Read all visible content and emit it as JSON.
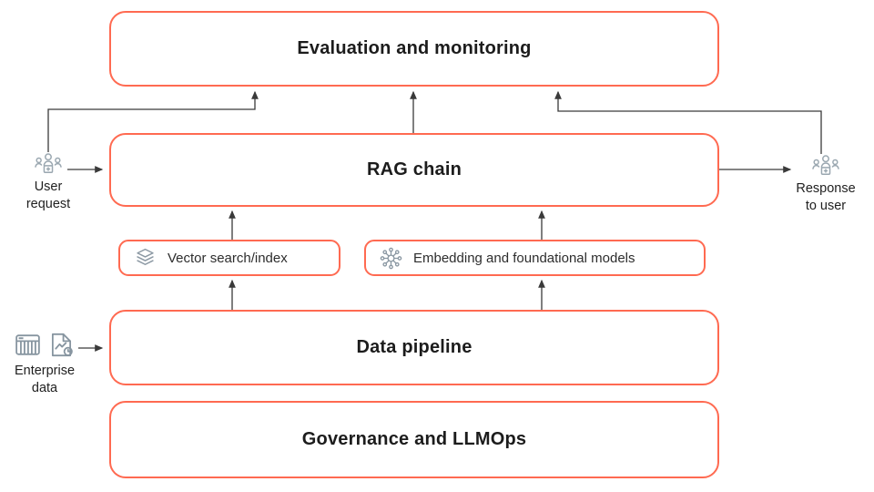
{
  "colors": {
    "box_border": "#ff6a51",
    "title_text": "#1c1c1c",
    "small_text": "#2d2d2d",
    "icon_gray": "#94a3ac",
    "arrow": "#3a3a3a",
    "background": "#ffffff"
  },
  "boxes": {
    "evaluation": {
      "label": "Evaluation and monitoring"
    },
    "rag_chain": {
      "label": "RAG chain"
    },
    "vector_search": {
      "label": "Vector search/index",
      "icon": "layers-icon"
    },
    "embedding": {
      "label": "Embedding and foundational models",
      "icon": "network-icon"
    },
    "data_pipeline": {
      "label": "Data pipeline"
    },
    "governance": {
      "label": "Governance and LLMOps"
    }
  },
  "annotations": {
    "user_request": {
      "line1": "User",
      "line2": "request",
      "icon": "people-group-icon"
    },
    "response_to_user": {
      "line1": "Response",
      "line2": "to user",
      "icon": "people-group-icon"
    },
    "enterprise_data": {
      "line1": "Enterprise",
      "line2": "data",
      "icons": [
        "table-icon",
        "document-chart-icon"
      ]
    }
  }
}
